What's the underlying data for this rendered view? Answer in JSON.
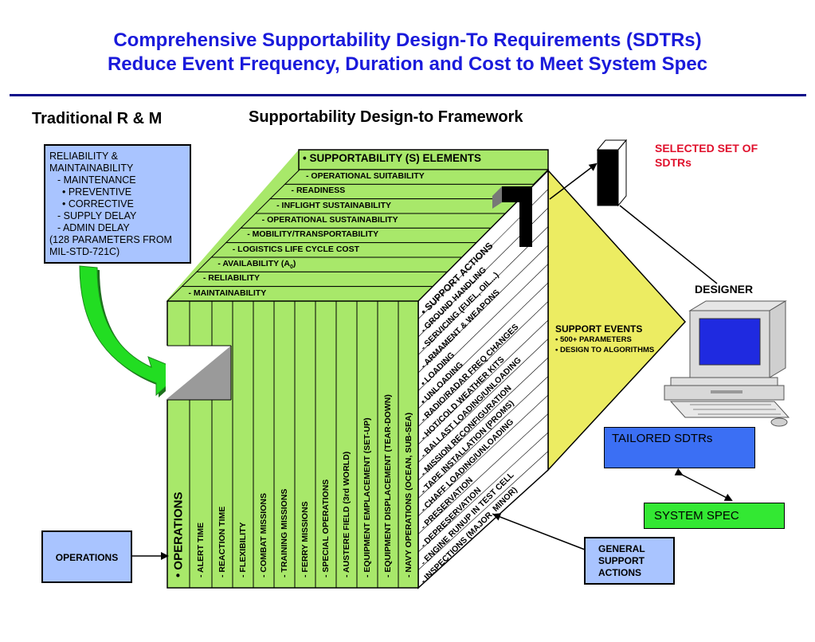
{
  "slide": {
    "title_line1": "Comprehensive Supportability Design-To Requirements (SDTRs)",
    "title_line2": "Reduce Event Frequency, Duration and Cost to Meet System Spec",
    "left_heading": "Traditional R & M",
    "center_heading": "Supportability Design-to Framework"
  },
  "rm_box": {
    "lines": [
      "RELIABILITY &",
      "MAINTAINABILITY",
      "- MAINTENANCE",
      "• PREVENTIVE",
      "• CORRECTIVE",
      "- SUPPLY DELAY",
      "- ADMIN DELAY",
      "(128 PARAMETERS FROM",
      "MIL-STD-721C)"
    ],
    "fill": "#a9c4ff"
  },
  "cube": {
    "top_header": "• SUPPORTABILITY (S) ELEMENTS",
    "top_items": [
      "- OPERATIONAL SUITABILITY",
      "- READINESS",
      "- INFLIGHT SUSTAINABILITY",
      "- OPERATIONAL SUSTAINABILITY",
      "- MOBILITY/TRANSPORTABILITY",
      "- LOGISTICS LIFE CYCLE COST",
      "- AVAILABILITY (A",
      "- RELIABILITY",
      "- MAINTAINABILITY"
    ],
    "availability_subscript": "0",
    "availability_suffix": ")",
    "front_items": [
      "• OPERATIONS",
      "- ALERT TIME",
      "- REACTION TIME",
      "- FLEXIBILITY",
      "- COMBAT MISSIONS",
      "- TRAINING MISSIONS",
      "- FERRY MISSIONS",
      "- SPECIAL OPERATIONS",
      "- AUSTERE FIELD (3rd WORLD)",
      "- EQUIPMENT EMPLACEMENT (SET-UP)",
      "- EQUIPMENT DISPLACEMENT (TEAR-DOWN)",
      "- NAVY OPERATIONS (OCEAN, SUB-SEA)"
    ],
    "side_items": [
      "• SUPPORT ACTIONS",
      "- GROUND HANDLING",
      "- SERVICING (FUEL, OIL...)",
      "- ARMAMENT & WEAPONS",
      "• LOADING",
      "• UNLOADING",
      "- RADIO/RADAR FREQ CHANGES",
      "- HOT/COLD WEATHER KITS",
      "- BALLAST LOADING/UNLOADING",
      "- MISSION RECONFIGURATION",
      "- TAPE INSTALLATION (PROMS)",
      "- CHAFF LOADING/UNLOADING",
      "- PRESERVATION",
      "- DEPRESERVATION",
      "- ENGINE RUNUP IN TEST CELL",
      "- INSPECTIONS (MAJOR, MINOR)"
    ],
    "green": "#a8e86a"
  },
  "support_events": {
    "title": "SUPPORT EVENTS",
    "lines": [
      "• 500+ PARAMETERS",
      "• DESIGN TO ALGORITHMS"
    ],
    "fill": "#ecec62"
  },
  "selected_set": {
    "line1": "SELECTED SET OF",
    "line2": "SDTRs"
  },
  "designer": {
    "label": "DESIGNER"
  },
  "tailored": {
    "label": "TAILORED SDTRs",
    "fill": "#3b6ff4"
  },
  "system_spec": {
    "label": "SYSTEM SPEC",
    "fill": "#33e833"
  },
  "operations_box": {
    "label": "OPERATIONS"
  },
  "general_box": {
    "lines": [
      "GENERAL",
      "SUPPORT",
      "ACTIONS"
    ]
  },
  "colors": {
    "title_blue": "#1a1adb",
    "arrow_green": "#22dd22",
    "red": "#e0102c"
  }
}
